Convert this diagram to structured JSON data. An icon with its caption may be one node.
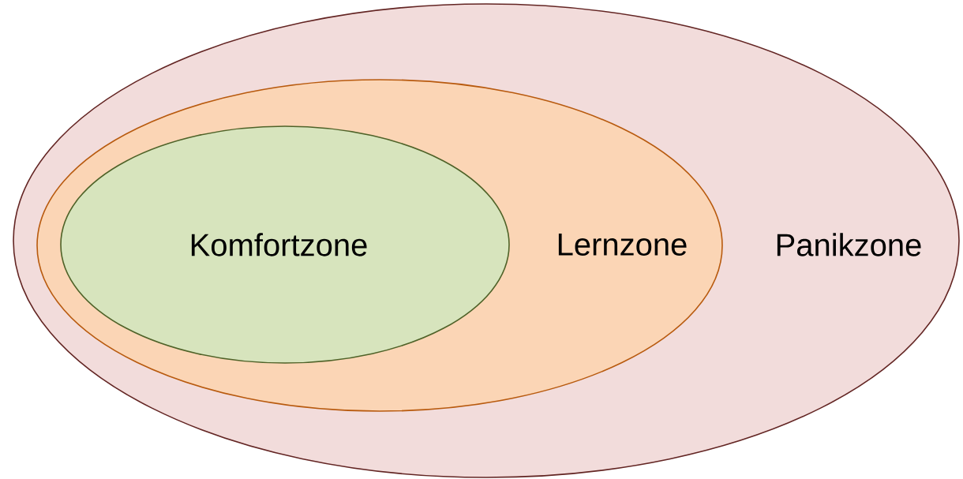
{
  "diagram": {
    "nodes": [
      {
        "text": [
          "Panikzone"
        ]
      },
      {
        "text": [
          "Lernzone"
        ],
        "in": 0
      },
      {
        "text": [
          "Komfortzone"
        ],
        "in": 1
      }
    ]
  }
}
